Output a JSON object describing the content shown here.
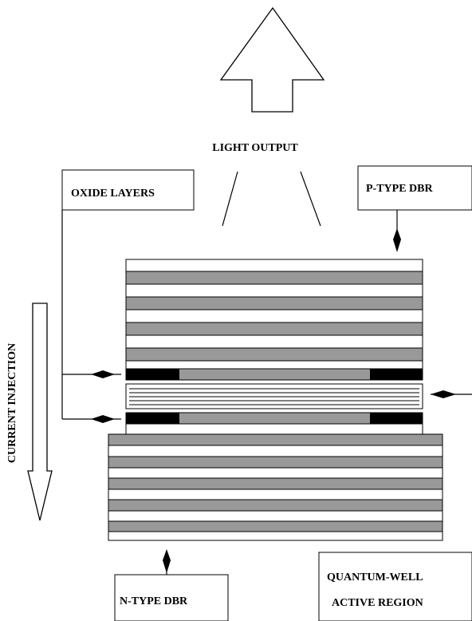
{
  "labels": {
    "light_output": "LIGHT OUTPUT",
    "oxide_layers": "OXIDE LAYERS",
    "p_type_dbr": "P-TYPE DBR",
    "current_injection": "CURRENT INJECTION",
    "n_type_dbr": "N-TYPE DBR",
    "quantum_well_line1": "QUANTUM-WELL",
    "quantum_well_line2": "ACTIVE REGION"
  },
  "colors": {
    "stroke": "#000000",
    "dbr_gray": "#999999",
    "oxide_black": "#000000",
    "background": "#ffffff"
  }
}
